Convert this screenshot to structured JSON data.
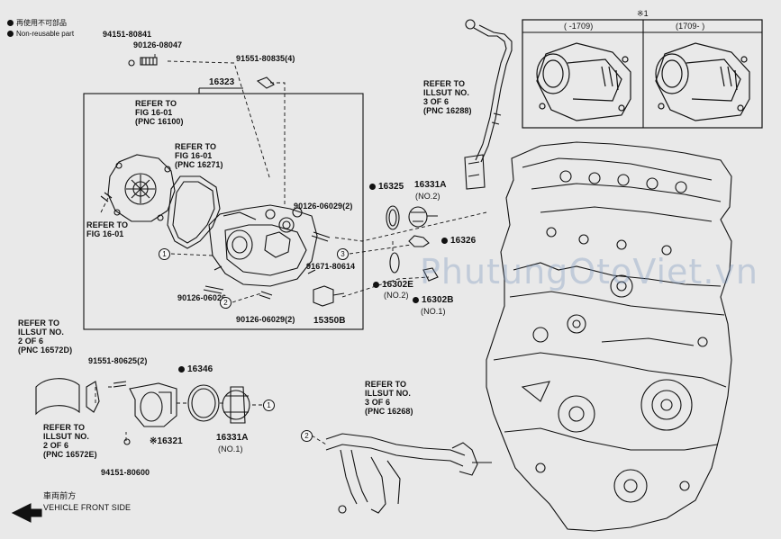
{
  "legend": {
    "non_reusable_jp": "再使用不可部品",
    "non_reusable_en": "Non-reusable part"
  },
  "inset": {
    "marker": "※1",
    "col1": "(      -1709)",
    "col2": "(1709-      )"
  },
  "watermark": "PhutungOtoViet.vn",
  "front": {
    "jp": "車両前方",
    "en": "VEHICLE FRONT SIDE"
  },
  "labels": {
    "p94151_80841": "94151-80841",
    "p90126_08047": "90126-08047",
    "p91551_80835": "91551-80835(4)",
    "p16323": "16323",
    "refer_fig_1600": "REFER TO\nFIG 16-01\n(PNC 16100)",
    "refer_fig_16271": "REFER TO\nFIG 16-01\n(PNC 16271)",
    "refer_fig_16_01": "REFER TO\nFIG 16-01",
    "p90126_06029a": "90126-06029(2)",
    "p91671_80614": "91671-80614",
    "p90126_06026": "90126-06026",
    "p90126_06029b": "90126-06029(2)",
    "p15350b": "15350B",
    "p16325": "16325",
    "p16331a_no2": "16331A",
    "no2a": "(NO.2)",
    "p16326": "16326",
    "p16302e": "16302E",
    "no2b": "(NO.2)",
    "p16302b": "16302B",
    "no1a": "(NO.1)",
    "refer_illust_16288": "REFER TO\nILLSUT NO.\n3 OF 6\n(PNC 16288)",
    "refer_illust_16572d": "REFER TO\nILLSUT NO.\n2 OF 6\n(PNC 16572D)",
    "p91551_80625": "91551-80625(2)",
    "p16346": "16346",
    "refer_illust_16572e": "REFER TO\nILLSUT NO.\n2 OF 6\n(PNC 16572E)",
    "p16321": "※16321",
    "p16331a_no1": "16331A",
    "no1b": "(NO.1)",
    "p94151_80600": "94151-80600",
    "refer_illust_16268": "REFER TO\nILLSUT NO.\n3 OF 6\n(PNC 16268)"
  },
  "callouts": {
    "c1": "1",
    "c2": "2",
    "c3": "3"
  }
}
